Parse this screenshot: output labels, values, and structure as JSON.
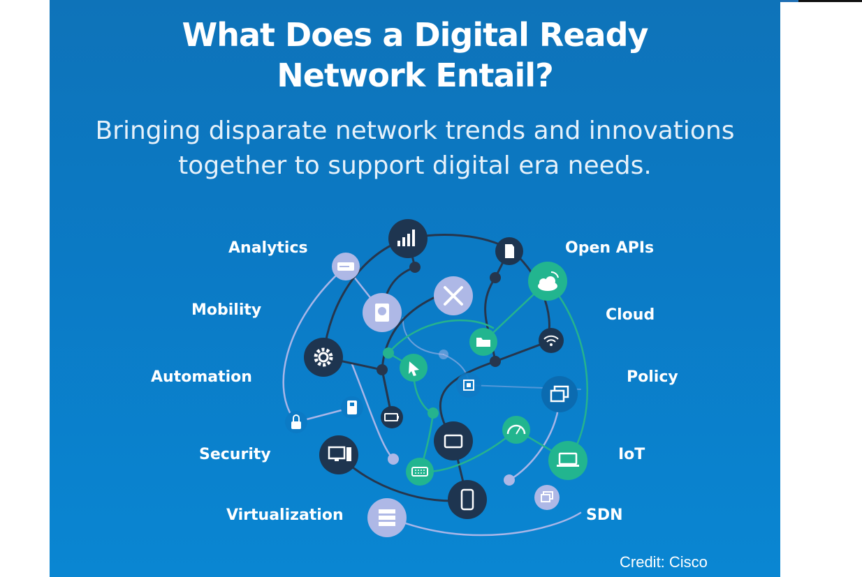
{
  "title_line1": "What Does a Digital Ready",
  "title_line2": "Network Entail?",
  "subtitle_line1": "Bringing disparate network trends and innovations",
  "subtitle_line2": "together to support digital era needs.",
  "labels_left": [
    "Analytics",
    "Mobility",
    "Automation",
    "Security",
    "Virtualization"
  ],
  "labels_right": [
    "Open APIs",
    "Cloud",
    "Policy",
    "IoT",
    "SDN"
  ],
  "credit": "Credit: Cisco",
  "colors": {
    "background": "#0b7ac5",
    "dark_node": "#1e3550",
    "green_node": "#22b58f",
    "lavender_node": "#aeb8e6",
    "dark_line": "#26364d",
    "green_line": "#25b38e",
    "lavender_line": "#a9b6e8"
  },
  "icons": [
    "signal-bars-icon",
    "sd-card-icon",
    "cloud-wifi-icon",
    "hard-drive-icon",
    "tools-icon",
    "hard-disk-icon",
    "folder-icon",
    "wifi-icon",
    "gear-icon",
    "cursor-icon",
    "chip-icon",
    "windows-icon",
    "usb-drive-icon",
    "lock-icon",
    "battery-icon",
    "monitor-icon",
    "tablet-icon",
    "gauge-icon",
    "laptop-icon",
    "keyboard-icon",
    "phone-icon",
    "server-icon",
    "window-stack-icon"
  ]
}
